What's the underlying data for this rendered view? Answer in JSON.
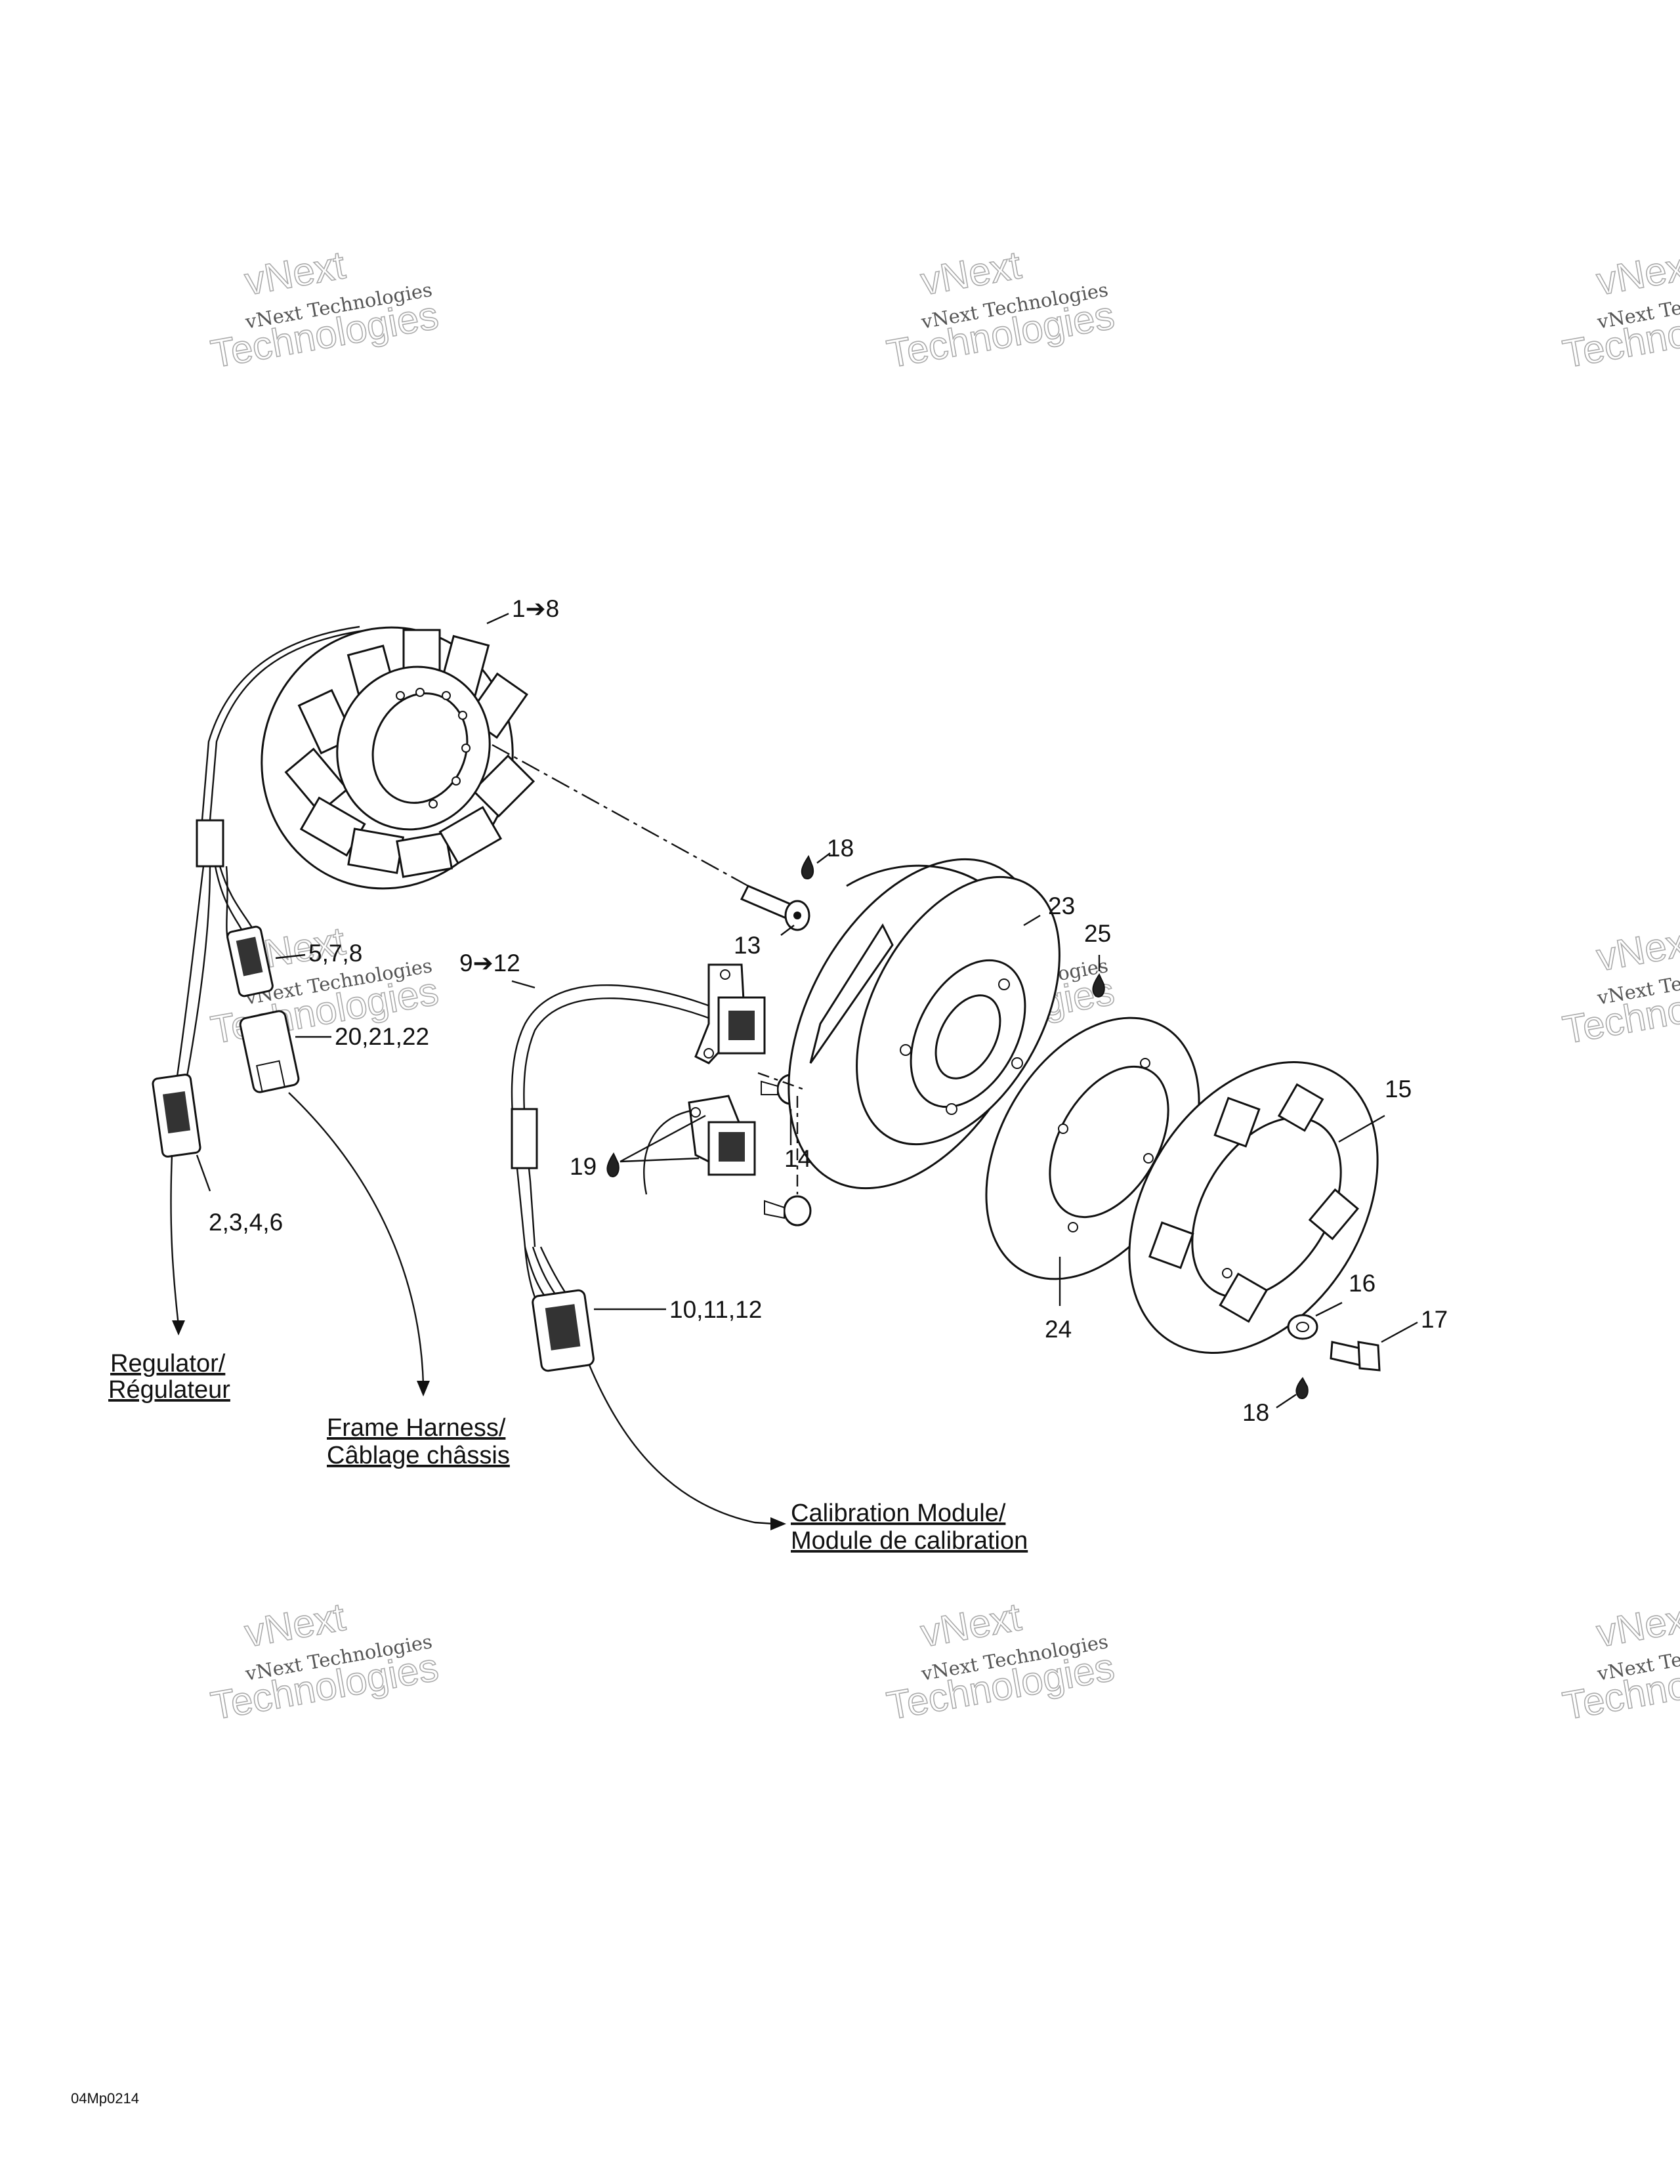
{
  "diagram": {
    "callouts": [
      {
        "id": "c1",
        "text": "1➔8"
      },
      {
        "id": "c2",
        "text": "18"
      },
      {
        "id": "c3",
        "text": "23"
      },
      {
        "id": "c4",
        "text": "25"
      },
      {
        "id": "c5",
        "text": "13"
      },
      {
        "id": "c6",
        "text": "5,7,8"
      },
      {
        "id": "c7",
        "text": "9➔12"
      },
      {
        "id": "c8",
        "text": "20,21,22"
      },
      {
        "id": "c9",
        "text": "15"
      },
      {
        "id": "c10",
        "text": "19"
      },
      {
        "id": "c11",
        "text": "14"
      },
      {
        "id": "c12",
        "text": "2,3,4,6"
      },
      {
        "id": "c13",
        "text": "10,11,12"
      },
      {
        "id": "c14",
        "text": "16"
      },
      {
        "id": "c15",
        "text": "17"
      },
      {
        "id": "c16",
        "text": "24"
      },
      {
        "id": "c17",
        "text": "18"
      }
    ],
    "destinations": [
      {
        "id": "regulator",
        "line1": "Regulator/",
        "line2": "Régulateur"
      },
      {
        "id": "frame-harness",
        "line1": "Frame Harness/",
        "line2": "Câblage châssis"
      },
      {
        "id": "calibration-module",
        "line1": "Calibration Module/",
        "line2": "Module de calibration"
      }
    ],
    "figure_code": "04Mp0214"
  },
  "watermark": {
    "line1": "vNext Technologies",
    "line2": "vNext",
    "line3": "Technologies"
  },
  "colors": {
    "ink": "#111111",
    "watermark": "#aaaaaa"
  }
}
